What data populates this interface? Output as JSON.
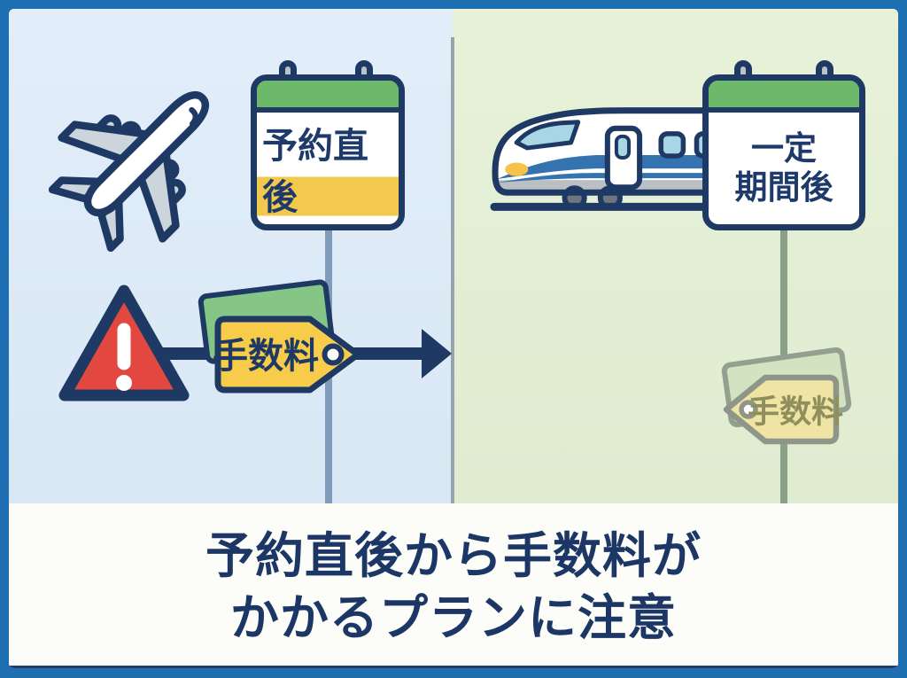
{
  "page": {
    "type": "comparison-infographic",
    "caption": {
      "line1": "予約直後から手数料が",
      "line2": "かかるプランに注意"
    }
  },
  "left_panel": {
    "theme": "airplane-booking",
    "icons": [
      "airplane-icon",
      "calendar-icon",
      "warning-icon",
      "price-tag-icon",
      "arrow-right-icon"
    ],
    "calendar_label": "予約直後",
    "tag_label": "手数料"
  },
  "right_panel": {
    "theme": "train-booking",
    "icons": [
      "shinkansen-train-icon",
      "calendar-icon",
      "price-tag-icon-faded"
    ],
    "calendar_label_line1": "一定",
    "calendar_label_line2": "期間後",
    "tag_label": "手数料"
  },
  "colors": {
    "frame_blue": "#1d6fb2",
    "outline_navy": "#1e3a64",
    "panel_left_bg": "#dcebf8",
    "panel_right_bg": "#e4f0d6",
    "caption_bg": "#fcfcf9",
    "caption_text": "#1c3766",
    "calendar_header_green": "#6db96b",
    "highlight_yellow": "#f2c94c",
    "tag_yellow": "#f7cc4a",
    "tag_faded_yellow": "#f0e4a4",
    "card_green": "#85c586",
    "card_faded_green": "#d3e3c1",
    "warning_red": "#e2483f",
    "stripe_blue": "#3473af",
    "window_blue": "#a9d6e5"
  }
}
